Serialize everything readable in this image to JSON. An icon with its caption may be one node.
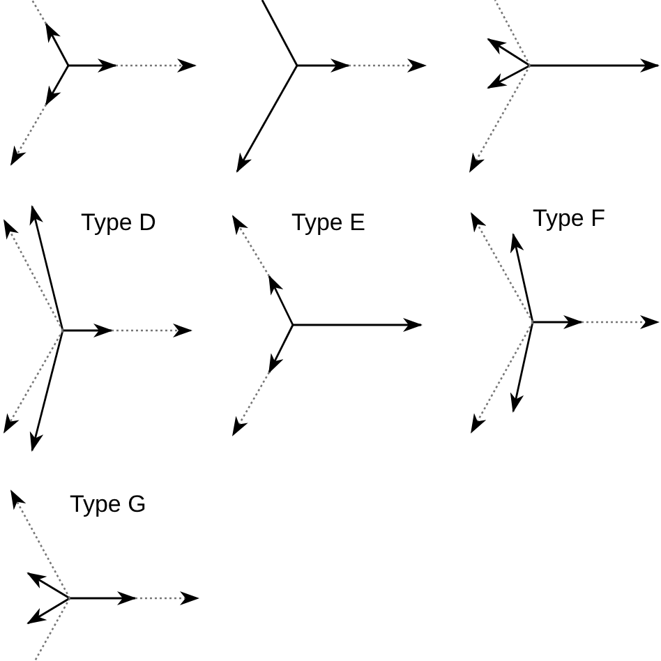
{
  "diagram": {
    "labels": [
      "Type D",
      "Type E",
      "Type F",
      "Type G"
    ]
  }
}
